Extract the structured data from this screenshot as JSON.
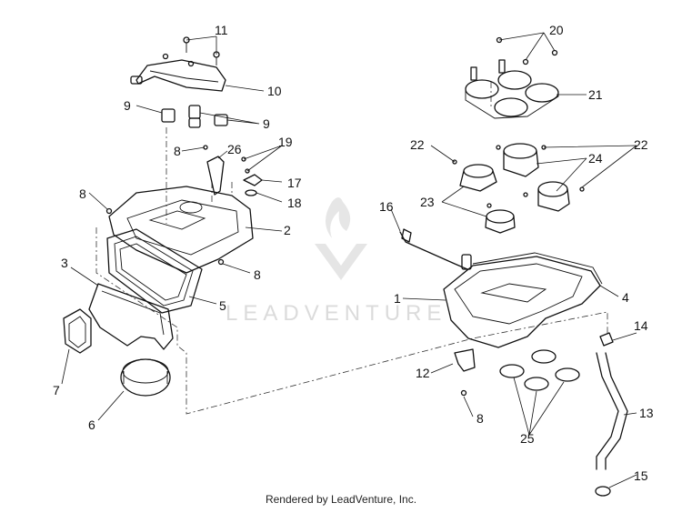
{
  "diagram": {
    "callouts": [
      "1",
      "2",
      "3",
      "4",
      "5",
      "6",
      "7",
      "8",
      "8",
      "8",
      "8",
      "9",
      "9",
      "11",
      "10",
      "12",
      "13",
      "14",
      "15",
      "16",
      "17",
      "18",
      "19",
      "20",
      "21",
      "22",
      "22",
      "23",
      "24",
      "25",
      "26"
    ]
  },
  "watermark": {
    "text": "LEADVENTURE"
  },
  "footer": {
    "text": "Rendered by LeadVenture, Inc."
  }
}
